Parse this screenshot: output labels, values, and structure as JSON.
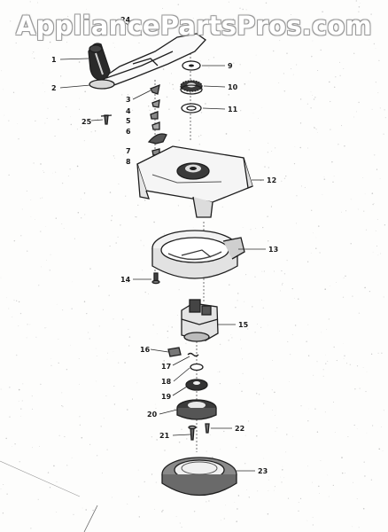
{
  "watermark": "AppliancePartsPros.com",
  "callouts": [
    {
      "n": "1"
    },
    {
      "n": "2"
    },
    {
      "n": "3"
    },
    {
      "n": "4"
    },
    {
      "n": "5"
    },
    {
      "n": "6"
    },
    {
      "n": "7"
    },
    {
      "n": "8"
    },
    {
      "n": "9"
    },
    {
      "n": "10"
    },
    {
      "n": "11"
    },
    {
      "n": "12"
    },
    {
      "n": "13"
    },
    {
      "n": "14"
    },
    {
      "n": "15"
    },
    {
      "n": "16"
    },
    {
      "n": "17"
    },
    {
      "n": "18"
    },
    {
      "n": "19"
    },
    {
      "n": "20"
    },
    {
      "n": "21"
    },
    {
      "n": "22"
    },
    {
      "n": "23"
    },
    {
      "n": "24"
    },
    {
      "n": "25"
    }
  ],
  "colors": {
    "ink": "#1e1e1e",
    "paper": "#fdfdfc",
    "watermark_outline": "#9a9a9a"
  }
}
